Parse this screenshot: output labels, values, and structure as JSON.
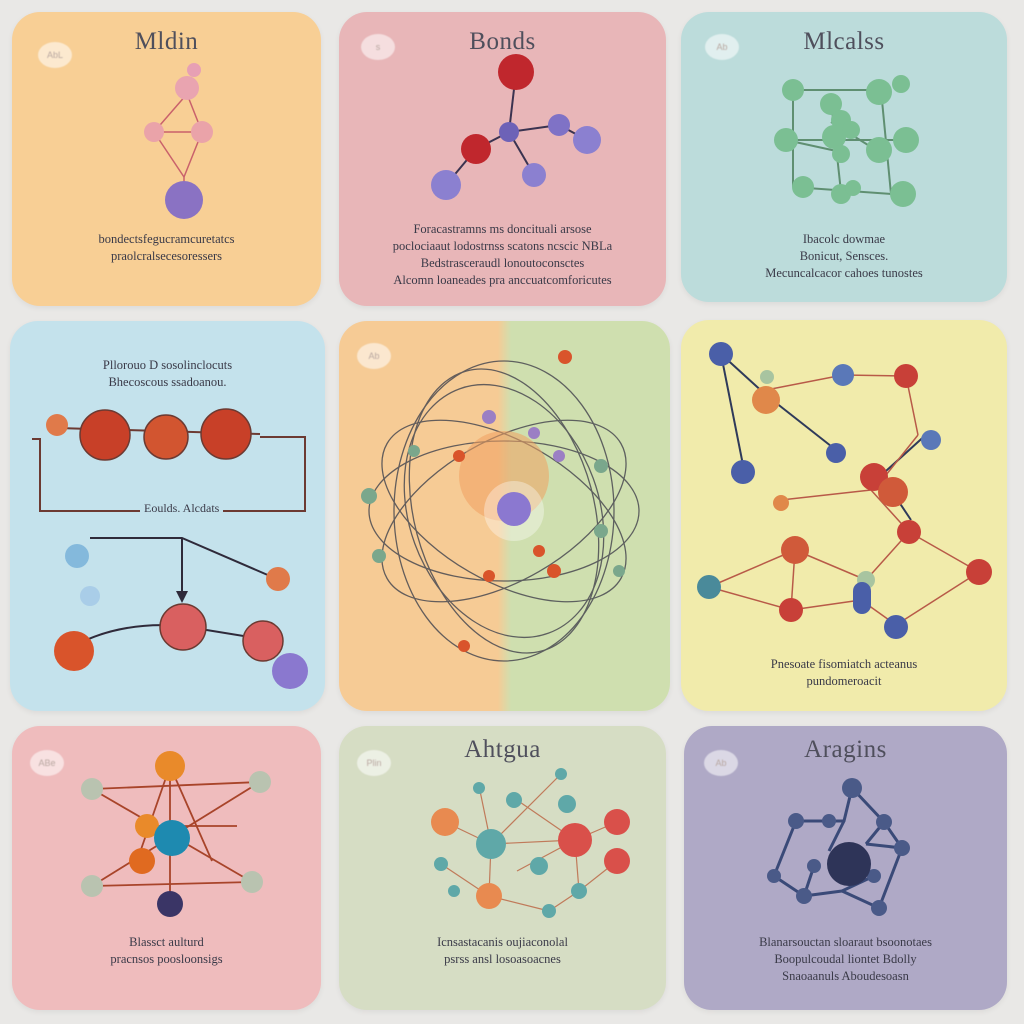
{
  "colors": {
    "background": "#e9e8e6",
    "card_orange": "#f8cf95",
    "card_pink": "#e8b6b8",
    "card_teal": "#bcdcdb",
    "card_light_blue": "#c4e2ec",
    "card_orange_green": "#f6cb95",
    "card_yellow": "#f1ebab",
    "card_rose": "#efbcbd",
    "card_sage": "#d6ddc4",
    "card_lavender": "#afa9c6"
  },
  "cards": [
    {
      "badge": "AbL",
      "title": "Mldin",
      "caption": [
        "bondectsfegucramcuretatcs",
        "",
        "praolcralsecesoressers"
      ]
    },
    {
      "badge": "s",
      "title": "Bonds",
      "caption": [
        "Foracastramns ms doncituali arsose",
        "poclociaaut lodostrnss scatons ncscic NBLa",
        "Bedstrasceraudl lonoutoconsctes",
        "Alcomn loaneades pra anccuatcomforicutes"
      ]
    },
    {
      "badge": "Ab",
      "title": "Mlcalss",
      "caption": [
        "Ibacolc dowmae",
        "Bonicut, Sensces.",
        "Mecuncalcacor cahoes tunostes"
      ]
    },
    {
      "badge": "",
      "title": "",
      "caption": [
        "Pllorouo  D  sosolinclocuts",
        "Bhecoscous ssadoanou."
      ],
      "label": "Eoulds.  Alcdats"
    },
    {
      "badge": "Ab",
      "title": "",
      "caption": []
    },
    {
      "badge": "",
      "title": "",
      "caption": [
        "Pnesoate  fisomiatch acteanus",
        "pundomeroacit"
      ]
    },
    {
      "badge": "ABe",
      "title": "",
      "caption": [
        "Blassct  aulturd",
        "pracnsos poosloonsigs"
      ]
    },
    {
      "badge": "Plin",
      "title": "Ahtgua",
      "caption": [
        "Icnsastacanis  oujiaconolal",
        "psrss ansl losoasoacnes"
      ]
    },
    {
      "badge": "Ab",
      "title": "Aragins",
      "caption": [
        "Blanarsouctan sloaraut bsoonotaes",
        "Boopulcoudal liontet Bdolly",
        "Snaoaanuls Aboudesoasn"
      ]
    }
  ]
}
